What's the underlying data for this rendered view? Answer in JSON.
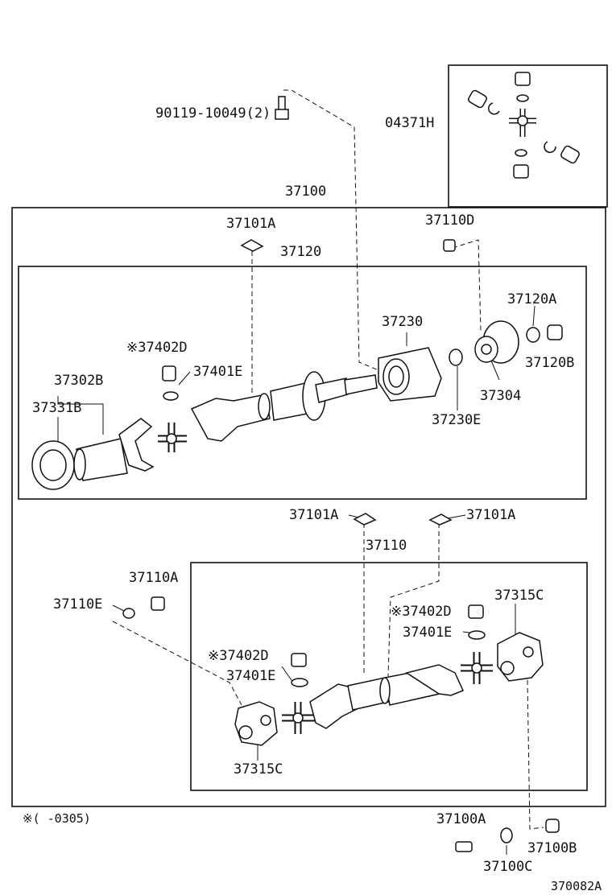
{
  "labels": {
    "bolt": "90119-10049(2)",
    "ujoint_kit": "04371H",
    "assembly": "37100",
    "bal_weight_upper": "37101A",
    "shaft_front": "37120",
    "nut_upper": "37110D",
    "flange_washer": "37120A",
    "flange_nut": "37120B",
    "center_bearing": "37230",
    "grease_fitting_upper": "※37402D",
    "snap_ring_upper": "37401E",
    "sleeve_yoke": "37302B",
    "dust_seal": "37331B",
    "flange": "37304",
    "bearing_washer": "37230E",
    "bal_weight_left": "37101A",
    "bal_weight_right": "37101A",
    "shaft_rear": "37110",
    "bolt_rear": "37110A",
    "washer_rear": "37110E",
    "grease_fitting_right": "※37402D",
    "snap_ring_right": "37401E",
    "flange_yoke_right": "37315C",
    "grease_fitting_left": "※37402D",
    "snap_ring_left": "37401E",
    "flange_yoke_left": "37315C",
    "footnote": "※(      -0305)",
    "bolt_bottom": "37100A",
    "nut_bottom": "37100B",
    "washer_bottom": "37100C",
    "figure_code": "370082A"
  }
}
